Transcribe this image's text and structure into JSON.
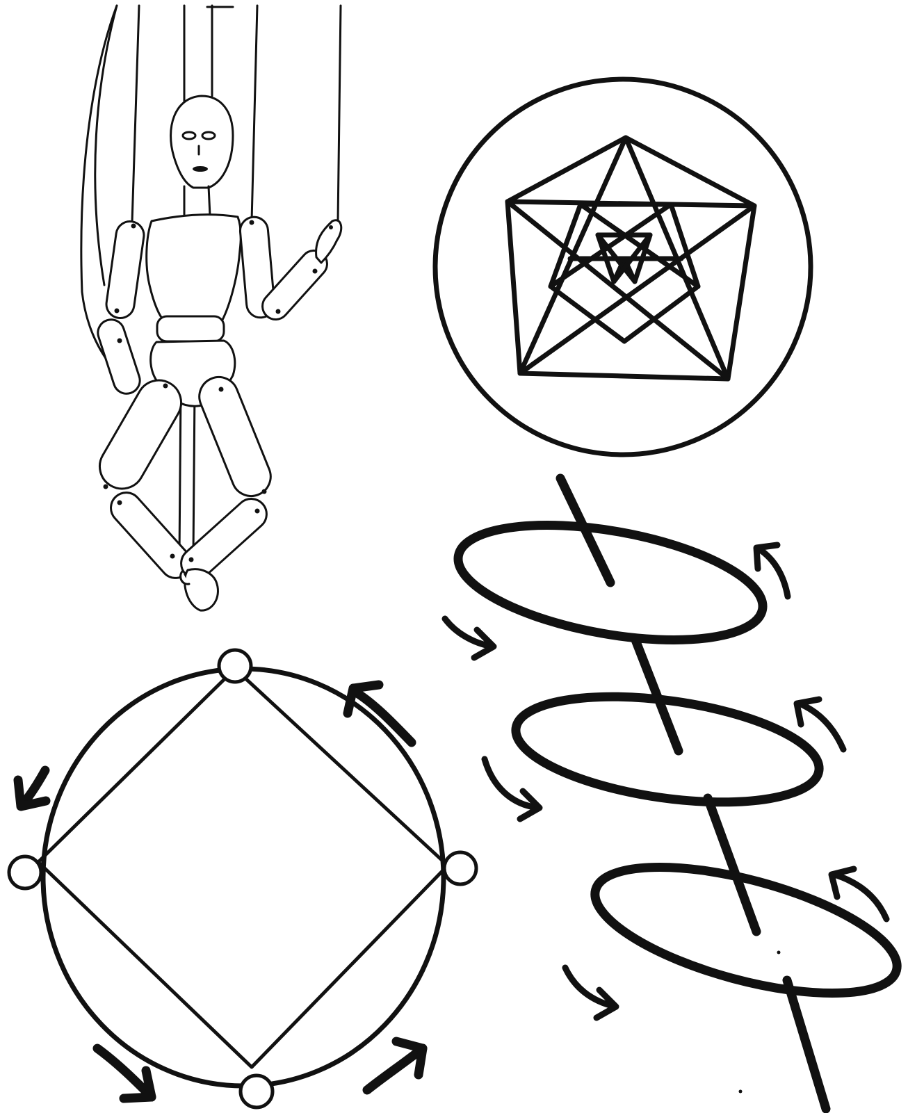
{
  "figure": {
    "panels": [
      {
        "id": "marionette",
        "icon": "marionette-figure-icon"
      },
      {
        "id": "pentagram",
        "icon": "pentagram-in-circle-icon"
      },
      {
        "id": "rotating-square",
        "icon": "square-in-circle-rotation-icon"
      },
      {
        "id": "spinning-rings",
        "icon": "rings-on-axis-rotation-icon"
      }
    ],
    "ink_color": "#111111",
    "background_color": "#ffffff"
  }
}
